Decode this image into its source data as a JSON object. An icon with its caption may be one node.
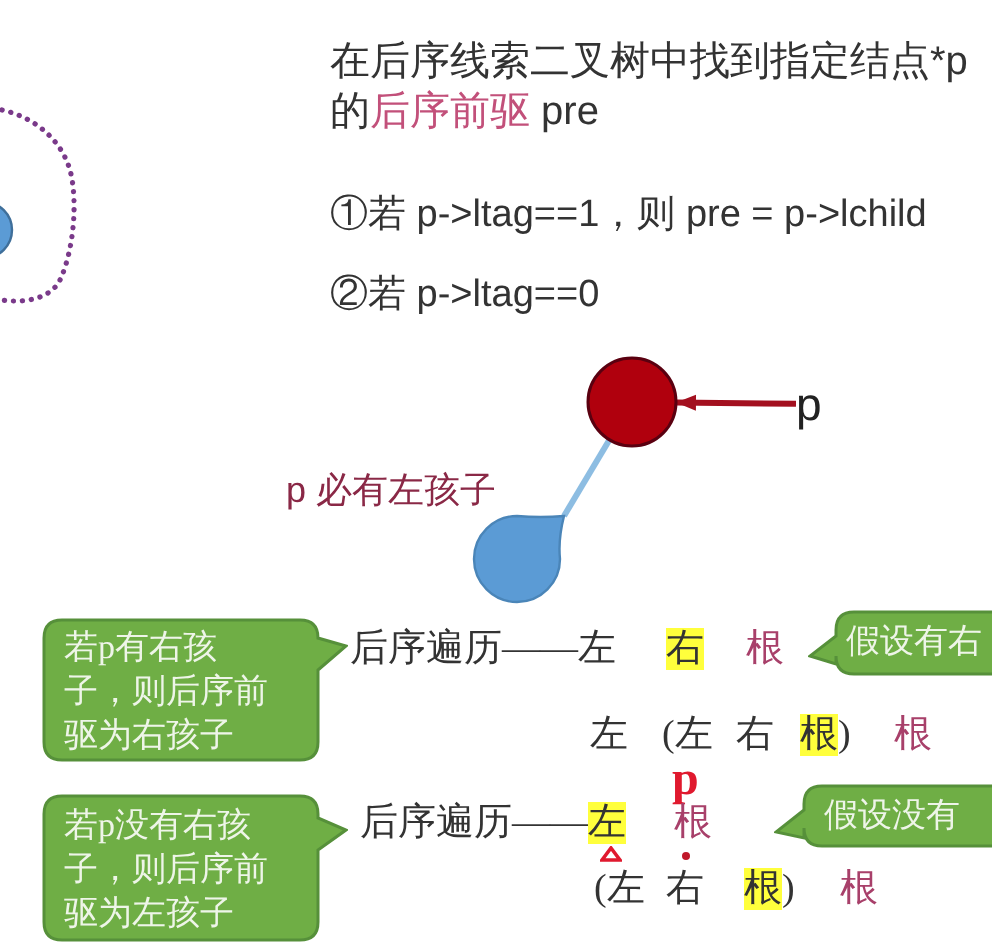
{
  "diagram": {
    "title": "在后序线索二叉树中找到指定结点*p的后序前驱 pre",
    "nodes": [
      {
        "text": [],
        "shape": "circle"
      },
      {
        "text": [
          "p"
        ]
      },
      {
        "text": [],
        "shape": "teardrop"
      },
      {
        "text": [
          "若p有右孩子，则后序前驱为右孩子"
        ]
      },
      {
        "text": [
          "假设有右"
        ]
      },
      {
        "text": [
          "若p没有右孩子，则后序前驱为左孩子"
        ]
      },
      {
        "text": [
          "假设没有"
        ]
      }
    ],
    "edges": [
      {
        "from": 1,
        "to": 0,
        "arrow": "to",
        "color": "#a3101f"
      },
      {
        "from": 0,
        "to": 2,
        "arrow": "none",
        "color": "#8dbde2"
      }
    ],
    "labels": [
      "①若 p->ltag==1，则 pre = p->lchild",
      "②若 p->ltag==0",
      "p 必有左孩子",
      "后序遍历——左",
      "右",
      "根",
      "左",
      "(左",
      "右",
      "根)",
      "根",
      "p",
      "后序遍历——左",
      "根",
      "(左",
      "右",
      "根)",
      "根"
    ]
  }
}
